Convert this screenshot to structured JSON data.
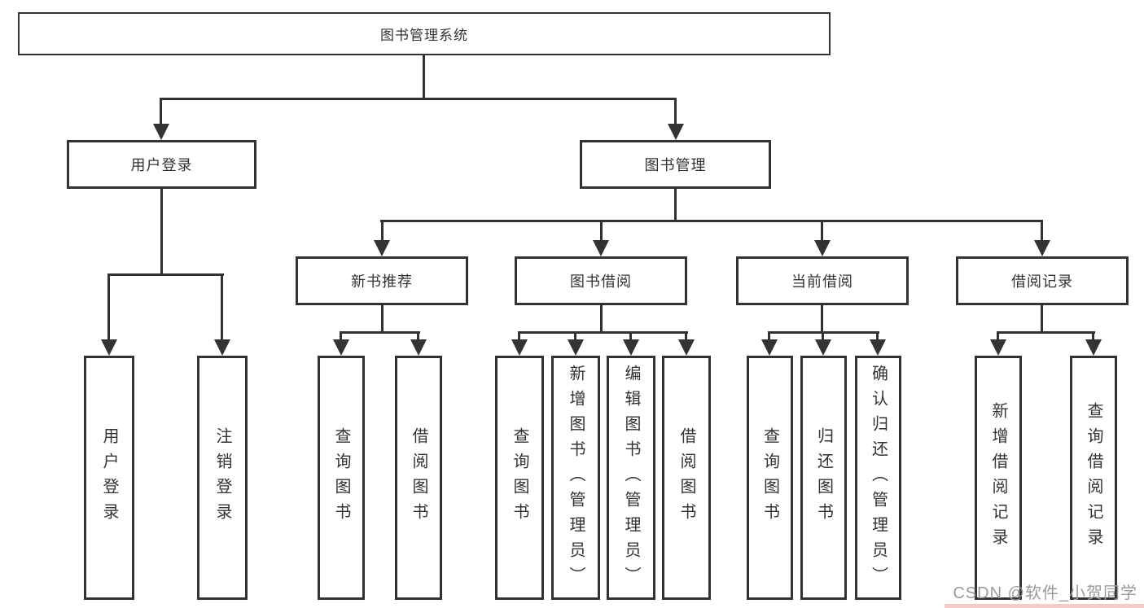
{
  "diagram": {
    "root": {
      "label": "图书管理系统"
    },
    "branches": [
      {
        "label": "用户登录",
        "leaves": [
          {
            "label": "用户登录"
          },
          {
            "label": "注销登录"
          }
        ]
      },
      {
        "label": "图书管理",
        "sections": [
          {
            "label": "新书推荐",
            "leaves": [
              {
                "label": "查询图书"
              },
              {
                "label": "借阅图书"
              }
            ]
          },
          {
            "label": "图书借阅",
            "leaves": [
              {
                "label": "查询图书"
              },
              {
                "label": "新增图书（管理员）"
              },
              {
                "label": "编辑图书（管理员）"
              },
              {
                "label": "借阅图书"
              }
            ]
          },
          {
            "label": "当前借阅",
            "leaves": [
              {
                "label": "查询图书"
              },
              {
                "label": "归还图书"
              },
              {
                "label": "确认归还（管理员）"
              }
            ]
          },
          {
            "label": "借阅记录",
            "leaves": [
              {
                "label": "新增借阅记录"
              },
              {
                "label": "查询借阅记录"
              }
            ]
          }
        ]
      }
    ]
  },
  "watermark": {
    "text": "CSDN @软件_小贺同学"
  },
  "colors": {
    "line": "#333333",
    "text": "#333333",
    "box_border": "#333333",
    "background": "#ffffff",
    "watermark_text": "#9b9b9b",
    "watermark_accent": "#f6caca"
  }
}
